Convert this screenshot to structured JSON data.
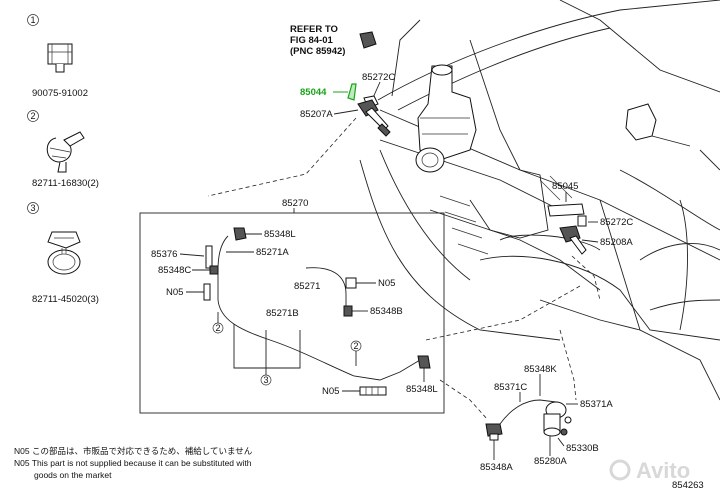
{
  "fig_number": "854263",
  "refer": {
    "line1": "REFER TO",
    "line2": "FIG 84-01",
    "line3": "(PNC 85942)"
  },
  "legend": [
    {
      "num": "1",
      "part": "90075-91002"
    },
    {
      "num": "2",
      "part": "82711-16830(2)"
    },
    {
      "num": "3",
      "part": "82711-45020(3)"
    }
  ],
  "labels": {
    "p85044": "85044",
    "p85272c_top": "85272C",
    "p85207a": "85207A",
    "p85270": "85270",
    "p85045": "85045",
    "p85272c_right": "85272C",
    "p85208a": "85208A",
    "p85348l_top": "85348L",
    "p85376": "85376",
    "p85271a": "85271A",
    "p85348c": "85348C",
    "p85271": "85271",
    "n05_right": "N05",
    "n05_left": "N05",
    "p85348b": "85348B",
    "p85271b": "85271B",
    "n05_bottom": "N05",
    "p85348l_bottom": "85348L",
    "p85348k": "85348K",
    "p85371c": "85371C",
    "p85371a": "85371A",
    "p85330b": "85330B",
    "p85280a": "85280A",
    "p85348a": "85348A"
  },
  "callouts": {
    "c2": "2",
    "c3": "3"
  },
  "notes": {
    "line1": "N05 この部品は、市販品で対応できるため、補給していません",
    "line2": "N05 This part is not supplied because it can be substituted with",
    "line3": "goods on the market"
  },
  "watermark": "Avito",
  "colors": {
    "highlight": "#1aa31a",
    "line": "#222222"
  }
}
